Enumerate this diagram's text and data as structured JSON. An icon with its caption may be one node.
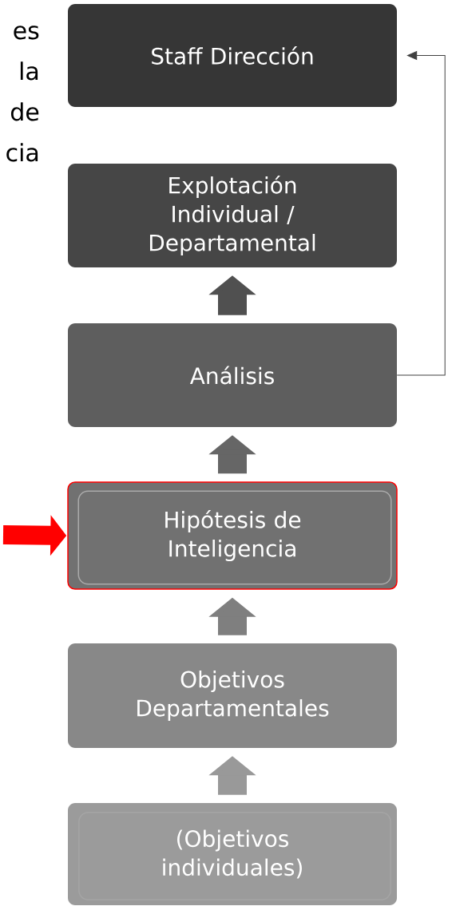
{
  "diagram": {
    "nodes": [
      {
        "text": [
          "Staff Dirección"
        ]
      },
      {
        "text": [
          "Explotación Individual / Departamental"
        ]
      },
      {
        "text": [
          "Análisis"
        ]
      },
      {
        "text": [
          "Hipótesis de Inteligencia"
        ]
      },
      {
        "text": [
          "Objetivos Departamentales"
        ]
      },
      {
        "text": [
          "(Objetivos individuales)"
        ]
      }
    ],
    "edges": [
      {
        "from": 5,
        "to": 4,
        "arrow": "to",
        "color": "#999999"
      },
      {
        "from": 4,
        "to": 3,
        "arrow": "to",
        "color": "#7f7f7f"
      },
      {
        "from": 3,
        "to": 2,
        "arrow": "to",
        "color": "#666666"
      },
      {
        "from": 2,
        "to": 1,
        "arrow": "to",
        "color": "#505050"
      },
      {
        "from": 2,
        "to": 0,
        "arrow": "to",
        "color": "#404040"
      },
      {
        "from": null,
        "to": 3,
        "arrow": "to",
        "color": "#ff0000"
      }
    ],
    "labels": [
      "es la de cia"
    ]
  }
}
